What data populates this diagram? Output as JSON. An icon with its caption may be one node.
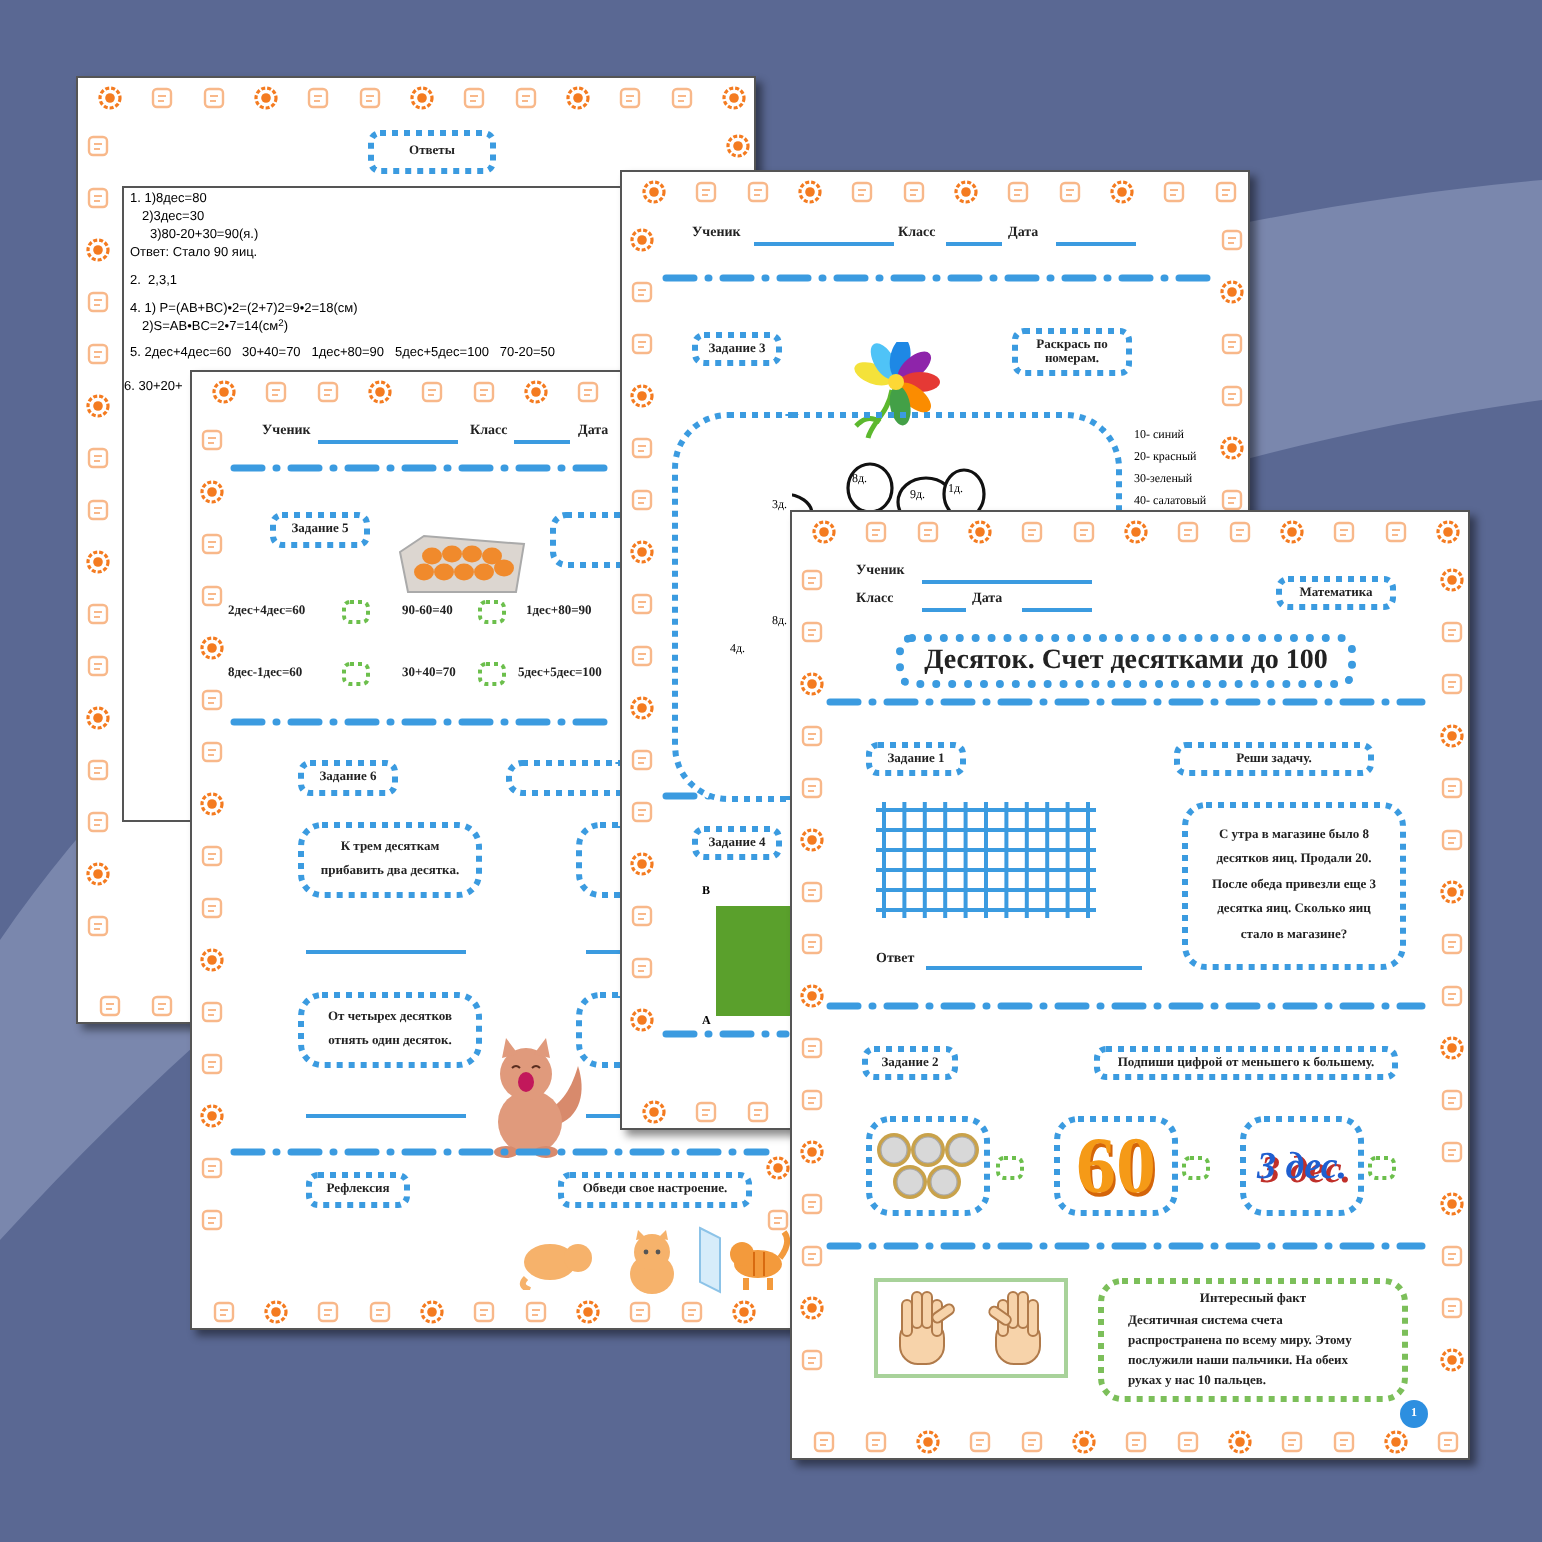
{
  "diagram": {
    "nodes": [
      {
        "text": [
          "Ответы"
        ]
      },
      {
        "text": [
          "Задание 5"
        ]
      },
      {
        "text": [],
        "shape": "box"
      },
      {
        "text": [
          "Задание 6"
        ]
      },
      {
        "text": [],
        "shape": "box"
      },
      {
        "text": [
          "К трем десяткам прибавить два десятка."
        ]
      },
      {
        "text": [],
        "shape": "box"
      },
      {
        "text": [
          "От четырех десятков отнять один десяток."
        ]
      },
      {
        "text": [],
        "shape": "box"
      },
      {
        "text": [
          "Рефлексия"
        ]
      },
      {
        "text": [
          "Обведи свое настроение."
        ]
      },
      {
        "text": [
          "Задание 3"
        ]
      },
      {
        "text": [
          "Раскрась по номерам."
        ]
      },
      {
        "text": [],
        "shape": "box"
      },
      {
        "text": [
          "Задание 4"
        ]
      },
      {
        "text": [
          "Математика"
        ]
      },
      {
        "text": [
          "Десяток. Счет десятками до 100"
        ]
      },
      {
        "text": [
          "Задание 1"
        ]
      },
      {
        "text": [
          "Реши задачу."
        ]
      },
      {
        "text": [
          "С утра в магазине было 8 десятков яиц. Продали 20. После обеда привезли еще 3 десятка яиц. Сколько яиц стало в магазине?"
        ]
      },
      {
        "text": [
          "Задание 2"
        ]
      },
      {
        "text": [
          "Подпиши цифрой от меньшего к большему."
        ]
      },
      {
        "text": [],
        "shape": "picture"
      },
      {
        "text": [
          "60"
        ]
      },
      {
        "text": [
          "3 дес."
        ]
      },
      {
        "text": [],
        "shape": "picture"
      },
      {
        "text": [
          "Интересный факт",
          "Десятичная система счета распространена по всему миру. Этому послужили наши пальчики. На обеих руках у нас 10 пальцев."
        ]
      },
      {
        "text": [
          "1"
        ]
      }
    ],
    "labels": [
      "1. 1)8дес=80",
      "2)3дес=30",
      "3)80-20+30=90(я.)",
      "Ответ: Стало 90 яиц.",
      "2.  2,3,1",
      "4. 1) P=(AB+BC)•2=(2+7)2=9•2=18(см)",
      "2)S=AB•BC=2•7=14(см$^{2}$)",
      "5. 2дес+4дес=60   30+40=70   1дес+80=90   5дес+5дес=100   70-20=50",
      "6. 30+20+",
      "Ученик",
      "Класс",
      "Дата",
      "2дес+4дес=60",
      "90-60=40",
      "1дес+80=90",
      "8дес-1дес=60",
      "30+40=70",
      "5дес+5дес=100",
      "Ученик",
      "Класс",
      "Дата",
      "8д.",
      "9д.",
      "1д.",
      "3д.",
      "8д.",
      "4д.",
      "10- синий",
      "20- красный",
      "30-зеленый",
      "40- салатовый",
      "В",
      "А",
      "Ученик",
      "Класс",
      "Дата",
      "Ответ"
    ]
  }
}
